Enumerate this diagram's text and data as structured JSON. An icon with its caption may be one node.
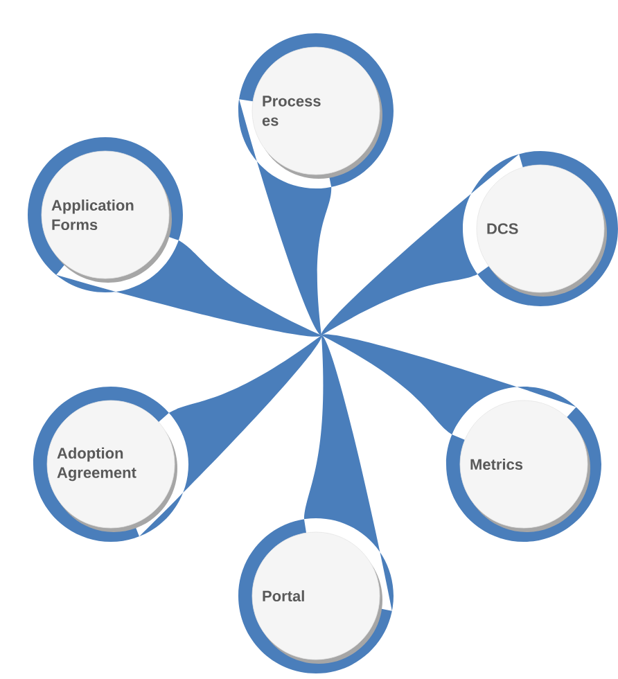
{
  "diagram": {
    "nodes": [
      {
        "text": [
          "Process es"
        ]
      },
      {
        "text": [
          "Application Forms"
        ]
      },
      {
        "text": [
          "DCS"
        ]
      },
      {
        "text": [
          "Adoption Agreement"
        ]
      },
      {
        "text": [
          "Metrics"
        ]
      },
      {
        "text": [
          "Portal"
        ]
      }
    ]
  }
}
